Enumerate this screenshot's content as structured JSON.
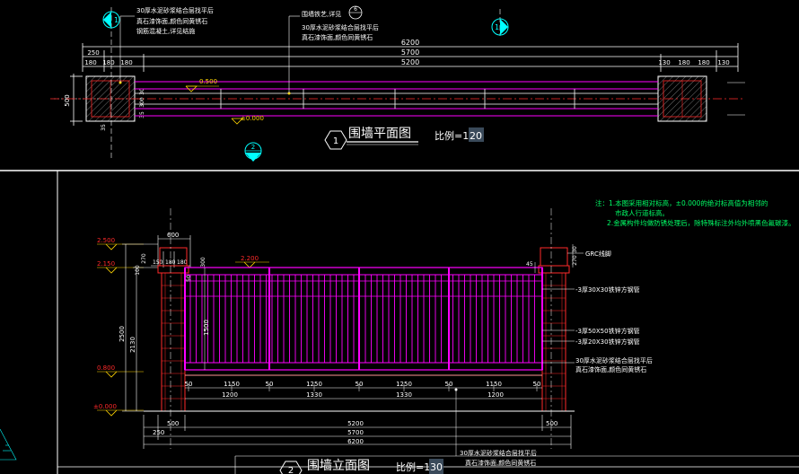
{
  "colors": {
    "background": "#000000",
    "dimension": "#ffffff",
    "magenta": "#ff00ff",
    "red": "#ff2a2a",
    "yellow": "#ffd400",
    "cyan": "#00ffff",
    "green": "#00ff66",
    "panel_text": "#ffffff"
  },
  "plan": {
    "title": "围墙平面图",
    "scale_label": "比例=1:",
    "scale_value": "20",
    "section_marker": "1",
    "callout_1_lines": [
      "30厚水泥砂浆结合层找平后",
      "真石漆饰面,颜色同黄锈石",
      "钢筋混凝土,详见结施"
    ],
    "callout_2_lines": [
      "围墙铁艺,详见",
      "30厚水泥砂浆结合层找平后",
      "真石漆饰面,颜色同黄锈石"
    ],
    "detail_marker_top": "6",
    "dims_total": [
      "6200",
      "5700",
      "5200"
    ],
    "dims_left": [
      "250",
      "180",
      "180",
      "180"
    ],
    "dims_right": [
      "130",
      "180",
      "180",
      "130"
    ],
    "dims_vertical": [
      "500",
      "30",
      "300",
      "35",
      "35"
    ],
    "level_top": "0.500",
    "level_ground": "±0.000",
    "marker_left": "1",
    "marker_right": "1",
    "marker_bottom": "2"
  },
  "elevation": {
    "title": "围墙立面图",
    "scale_label": "比例=1:",
    "scale_value": "30",
    "section_marker": "2",
    "notes": [
      "注：1.本图采用相对标高，±0.000的绝对标高值为相邻的",
      "市政人行道标高。",
      "2.金属构件均做防锈处理后，除特殊标注外均外喷黑色氟碳漆。"
    ],
    "levels": [
      "2.500",
      "2.150",
      "0.800",
      "±0.000"
    ],
    "level_fence_top": "2.200",
    "dims_top": [
      "600",
      "150",
      "180",
      "180",
      "270",
      "100"
    ],
    "dims_side_vertical": [
      "2500",
      "2130",
      "1500",
      "300",
      "50"
    ],
    "dims_right_vertical": [
      "45",
      "30",
      "270"
    ],
    "dims_bottom_row1": [
      "50",
      "1150",
      "50",
      "1250",
      "50",
      "1250",
      "50",
      "1150",
      "50"
    ],
    "dims_bottom_row2": [
      "1200",
      "1330",
      "1330",
      "1200"
    ],
    "dims_bottom_overall": [
      "500",
      "5200",
      "500"
    ],
    "dims_bottom_total": [
      "250",
      "5700",
      "6200"
    ],
    "labels_right": [
      "GRC线脚",
      "-3厚30X30铁锌方钢管",
      "-3厚50X50铁锌方钢管",
      "-3厚20X30铁锌方钢管",
      "30厚水泥砂浆结合层找平后",
      "真石漆饰面,颜色同黄锈石"
    ],
    "label_bottom_lines": [
      "30厚水泥砂浆结合层找平后",
      "真石漆饰面,颜色同黄锈石"
    ]
  }
}
